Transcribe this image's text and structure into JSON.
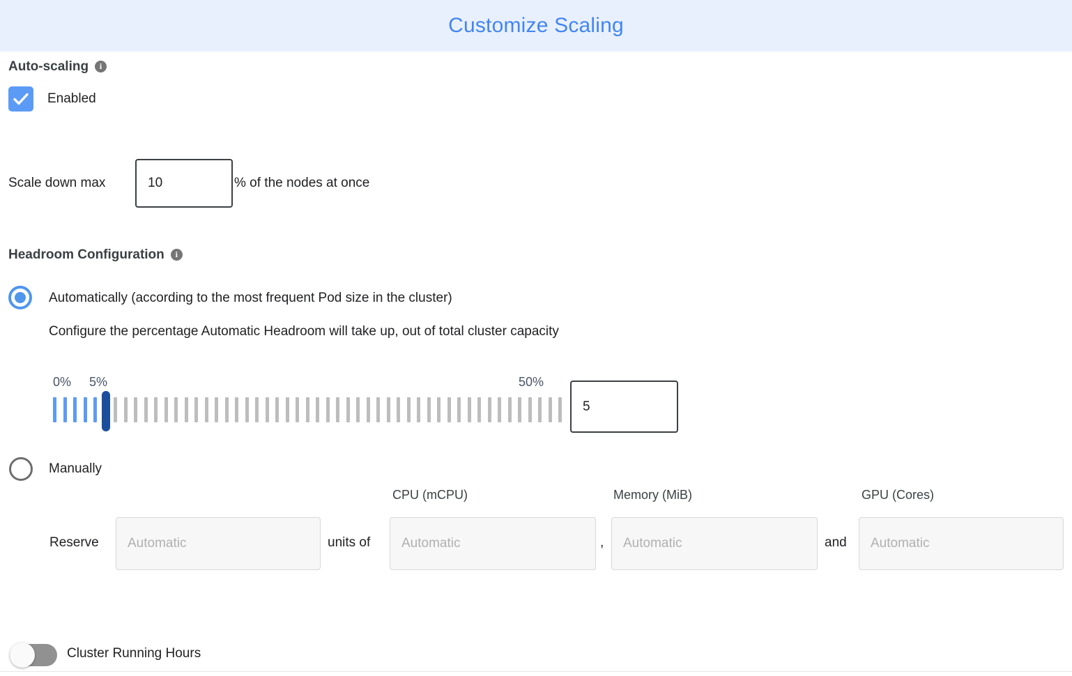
{
  "header": {
    "title": "Customize Scaling",
    "bg_color": "#e9f0fd",
    "title_color": "#4285f4"
  },
  "autoscaling": {
    "section_label": "Auto-scaling",
    "info_icon": "info-icon",
    "info_glyph": "i",
    "checkbox_label": "Enabled",
    "checkbox_checked": true,
    "accent_color": "#5c9bf5"
  },
  "scale_down": {
    "prefix_label": "Scale down max",
    "value": "10",
    "suffix_label": "% of the nodes at once"
  },
  "headroom": {
    "section_label": "Headroom Configuration",
    "info_glyph": "i",
    "option_auto": {
      "label": "Automatically (according to the most frequent Pod size in the cluster)",
      "selected": true,
      "description": "Configure the percentage Automatic Headroom will take up, out of total cluster capacity"
    },
    "slider": {
      "min_label": "0%",
      "max_label": "50%",
      "current_label": "5%",
      "min": 0,
      "max": 50,
      "value": 5,
      "tick_count": 51,
      "active_color": "#5c9bf5",
      "inactive_color": "#bdbdbd",
      "thumb_color": "#1c4e9c"
    },
    "value_input": "5",
    "option_manual": {
      "label": "Manually",
      "selected": false
    },
    "reserve_row": {
      "reserve_label": "Reserve",
      "units_label": "units of",
      "comma": ",",
      "and_label": "and",
      "units_placeholder": "Automatic",
      "columns": [
        {
          "header": "CPU (mCPU)",
          "placeholder": "Automatic",
          "value": ""
        },
        {
          "header": "Memory (MiB)",
          "placeholder": "Automatic",
          "value": ""
        },
        {
          "header": "GPU (Cores)",
          "placeholder": "Automatic",
          "value": ""
        }
      ]
    }
  },
  "cluster_running_hours": {
    "label": "Cluster Running Hours",
    "enabled": false
  }
}
